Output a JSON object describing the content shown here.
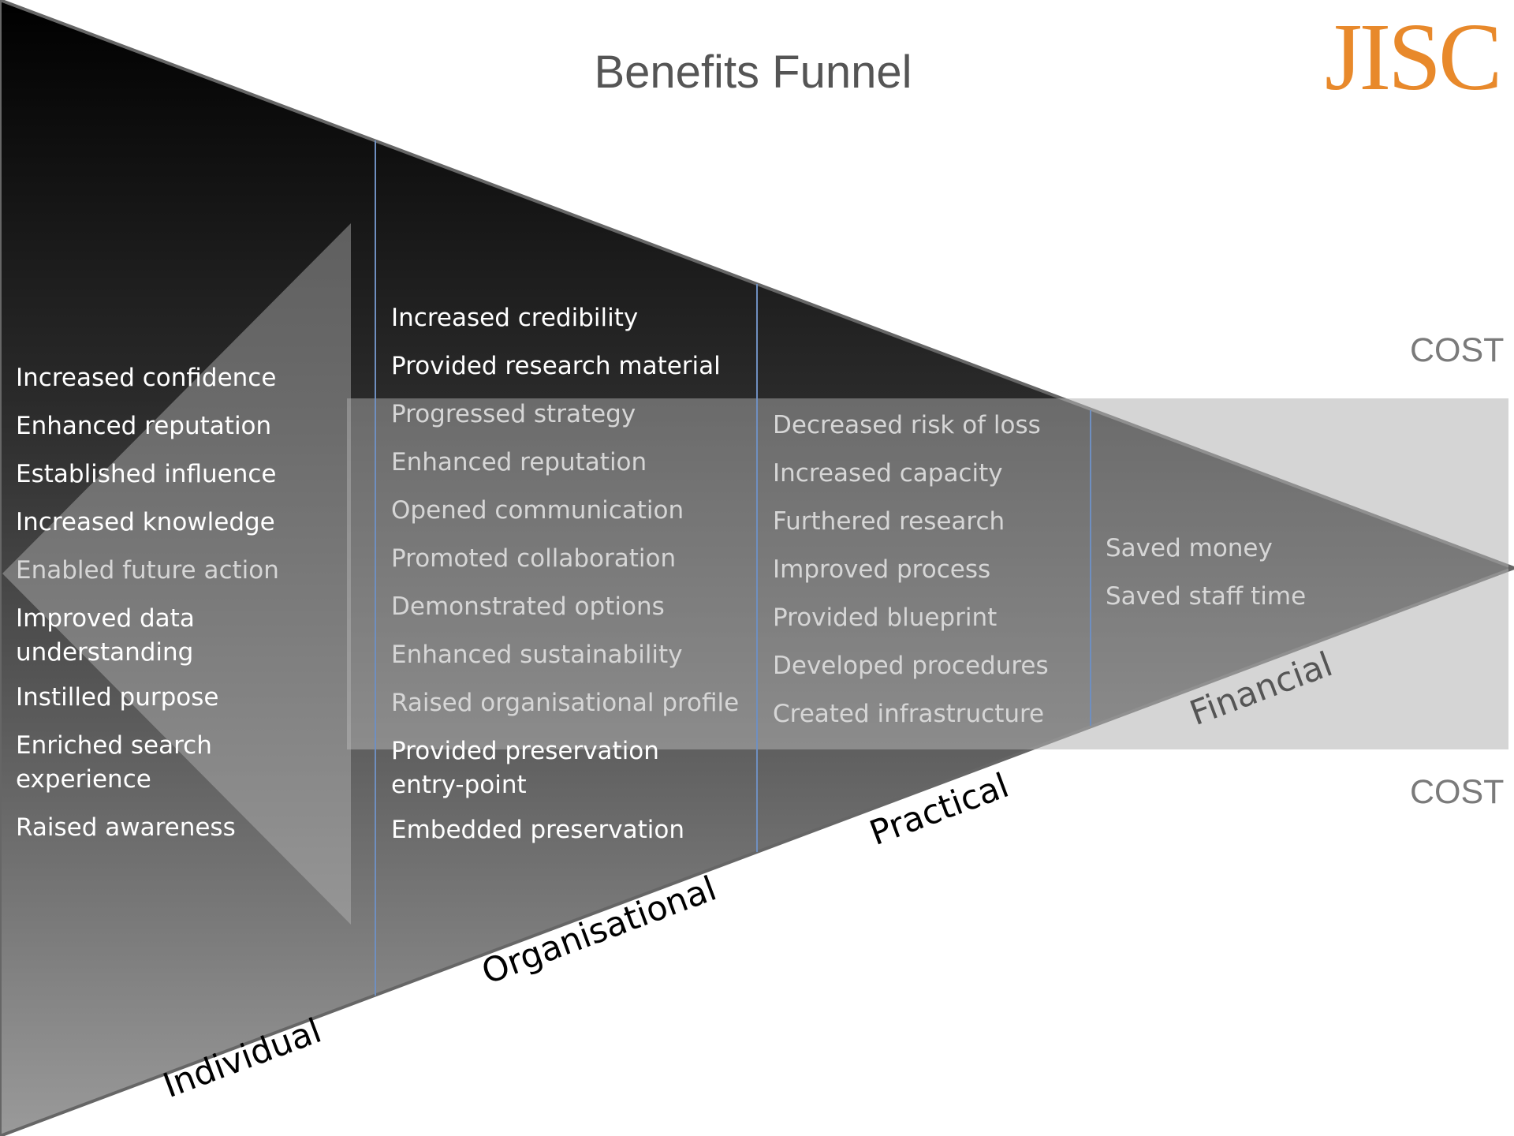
{
  "title": "Benefits Funnel",
  "logo": "JISC",
  "cost_top": "COST",
  "cost_bottom": "COST",
  "colors": {
    "funnel_top": "#000000",
    "funnel_bottom": "#9a9a9a",
    "band": "#d6d6d6",
    "divider": "#6f8fc0",
    "logo": "#e8892b"
  },
  "columns": [
    {
      "level": "Individual",
      "items": [
        "Increased confidence",
        "Enhanced reputation",
        "Established influence",
        "Increased knowledge",
        "Enabled future action",
        "Improved data understanding",
        "Instilled purpose",
        "Enriched search experience",
        "Raised awareness"
      ]
    },
    {
      "level": "Organisational",
      "items": [
        "Increased credibility",
        "Provided research material",
        "Progressed strategy",
        "Enhanced reputation",
        "Opened communication",
        "Promoted collaboration",
        "Demonstrated options",
        "Enhanced sustainability",
        "Raised organisational profile",
        "Provided preservation entry-point",
        "Embedded preservation"
      ]
    },
    {
      "level": "Practical",
      "items": [
        "Decreased risk of loss",
        "Increased capacity",
        "Furthered research",
        "Improved process",
        "Provided blueprint",
        "Developed procedures",
        "Created infrastructure"
      ]
    },
    {
      "level": "Financial",
      "items": [
        "Saved money",
        "Saved staff time"
      ]
    }
  ]
}
